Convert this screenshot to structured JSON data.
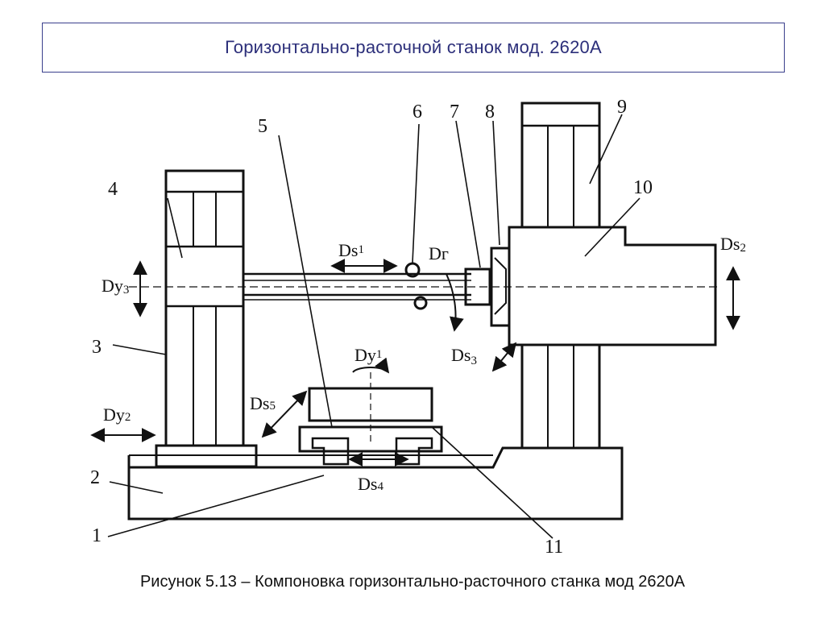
{
  "title": "Горизонтально-расточной станок мод. 2620А",
  "caption": "Рисунок 5.13 – Компоновка горизонтально-расточного станка мод 2620А",
  "diagram": {
    "part_numbers": [
      "1",
      "2",
      "3",
      "4",
      "5",
      "6",
      "7",
      "8",
      "9",
      "10",
      "11"
    ],
    "motion_labels": {
      "ds1": {
        "main": "Ds",
        "sub": "1"
      },
      "ds2": {
        "main": "Ds",
        "sub": "2"
      },
      "ds3": {
        "main": "Ds",
        "sub": "3"
      },
      "ds4": {
        "main": "Ds",
        "sub": "4"
      },
      "ds5": {
        "main": "Ds",
        "sub": "5"
      },
      "dy1": {
        "main": "Dy",
        "sub": "1"
      },
      "dy2": {
        "main": "Dy",
        "sub": "2"
      },
      "dy3": {
        "main": "Dy",
        "sub": "3"
      },
      "dg": {
        "main": "Dг",
        "sub": ""
      }
    }
  }
}
